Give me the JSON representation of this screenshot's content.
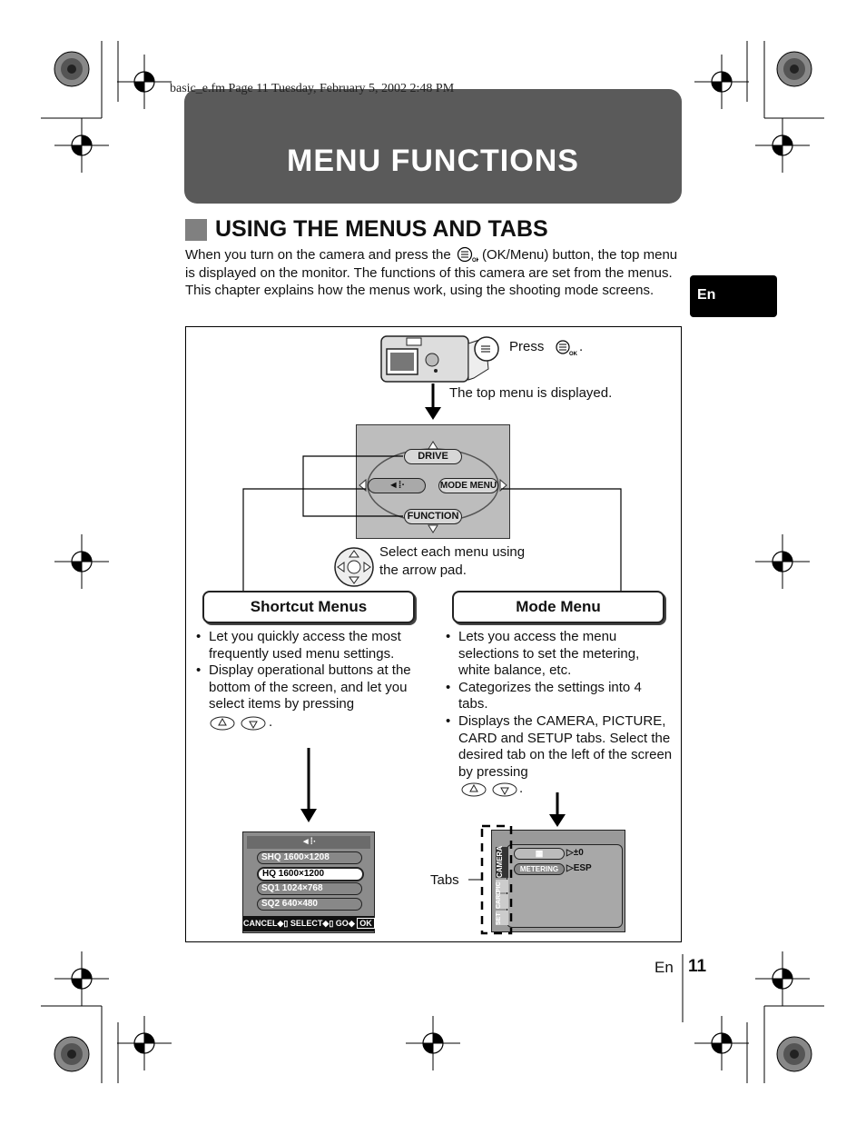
{
  "file_info": "basic_e.fm  Page 11  Tuesday, February 5, 2002  2:48 PM",
  "chapter_title": "MENU FUNCTIONS",
  "section_title": "USING THE MENUS AND TABS",
  "intro": {
    "part1": "When you turn on the camera and press the",
    "part2": "(OK/Menu) button, the top menu is displayed on the monitor. The functions of this camera are set from the menus. This chapter explains how the menus work, using the shooting mode screens."
  },
  "lang_tab": "En",
  "diagram": {
    "press_label": "Press",
    "top_menu_label": "The top menu is displayed.",
    "menu_items": {
      "drive": "DRIVE",
      "mode_menu": "MODE MENU",
      "function": "FUNCTION"
    },
    "arrow_pad_label_1": "Select each menu using",
    "arrow_pad_label_2": "the arrow pad.",
    "shortcut_title": "Shortcut Menus",
    "mode_title": "Mode Menu",
    "shortcut_bullets": [
      "Let you quickly access the most frequently used menu settings.",
      "Display operational buttons at the bottom of the screen, and let you select items by pressing"
    ],
    "mode_bullets": [
      "Lets you access the menu selections to set the metering, white balance, etc.",
      "Categorizes the settings into 4 tabs.",
      "Displays the CAMERA, PICTURE, CARD and SETUP tabs. Select the desired tab on the left of the screen by pressing"
    ],
    "quality_rows": [
      "SHQ  1600×1208",
      "HQ   1600×1200",
      "SQ1  1024×768",
      "SQ2    640×480"
    ],
    "footer_bar": {
      "cancel": "CANCEL",
      "select": "SELECT",
      "go": "GO",
      "ok": "OK"
    },
    "tabs_label": "Tabs",
    "tab_names": [
      "CAMERA",
      "PIC",
      "CARD",
      "SET"
    ],
    "mode_screen": {
      "ev_value": "±0",
      "metering": "METERING",
      "esp": "ESP"
    }
  },
  "page_footer": {
    "lang": "En",
    "page_number": "11"
  }
}
